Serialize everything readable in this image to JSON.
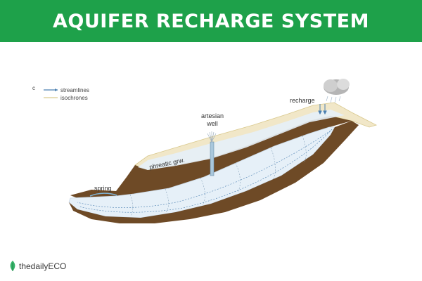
{
  "header": {
    "title": "AQUIFER RECHARGE SYSTEM"
  },
  "legend": {
    "marker": "c",
    "streamlines_label": "streamlines",
    "isochrones_label": "isochrones"
  },
  "labels": {
    "recharge": "recharge",
    "artesian_line1": "artesian",
    "artesian_line2": "well",
    "phreatic": "phreatic grw.",
    "spring": "spring"
  },
  "brand": {
    "name": "thedailyECO",
    "icon": "leaf-icon"
  },
  "colors": {
    "header": "#1ea14a",
    "aquifer": "#e6f0f8",
    "confining_layer": "#6e4a26",
    "soil": "#f1e7c8",
    "streamline": "#4a7fb0"
  }
}
